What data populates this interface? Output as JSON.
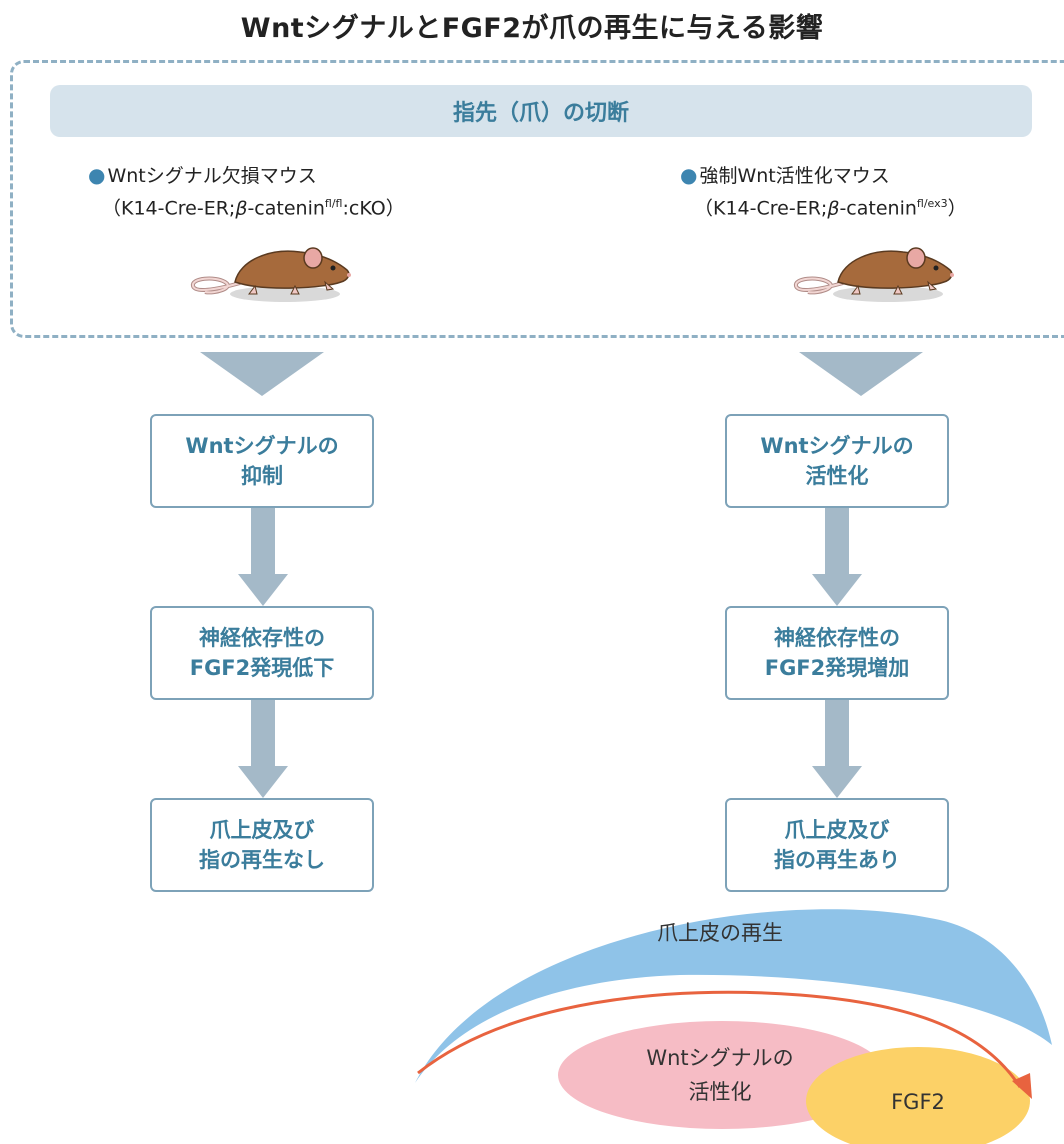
{
  "title": "WntシグナルとFGF2が爪の再生に与える影響",
  "header": "指先（爪）の切断",
  "left_mouse": {
    "name": "Wntシグナル欠損マウス",
    "geno_pre": "（K14-Cre-ER;",
    "geno_beta": "β",
    "geno_mid": "-catenin",
    "geno_sup": "fl/fl",
    "geno_post": ":cKO）"
  },
  "right_mouse": {
    "name": "強制Wnt活性化マウス",
    "geno_pre": "（K14-Cre-ER;",
    "geno_beta": "β",
    "geno_mid": "-catenin",
    "geno_sup": "fl/ex3",
    "geno_post": "）"
  },
  "left_flow": [
    [
      "Wntシグナルの",
      "抑制"
    ],
    [
      "神経依存性の",
      "FGF2発現低下"
    ],
    [
      "爪上皮及び",
      "指の再生なし"
    ]
  ],
  "right_flow": [
    [
      "Wntシグナルの",
      "活性化"
    ],
    [
      "神経依存性の",
      "FGF2発現増加"
    ],
    [
      "爪上皮及び",
      "指の再生あり"
    ]
  ],
  "diagram": {
    "arc_label": "爪上皮の再生",
    "wnt_line1": "Wntシグナルの",
    "wnt_line2": "活性化",
    "fgf_label": "FGF2"
  },
  "colors": {
    "accent_text": "#3b7d9c",
    "arrow": "#a4b9c8",
    "arc_fill": "#8fc3e8",
    "pink": "#f6bcc5",
    "yellow": "#fcd167",
    "red_arrow": "#e8633f"
  }
}
